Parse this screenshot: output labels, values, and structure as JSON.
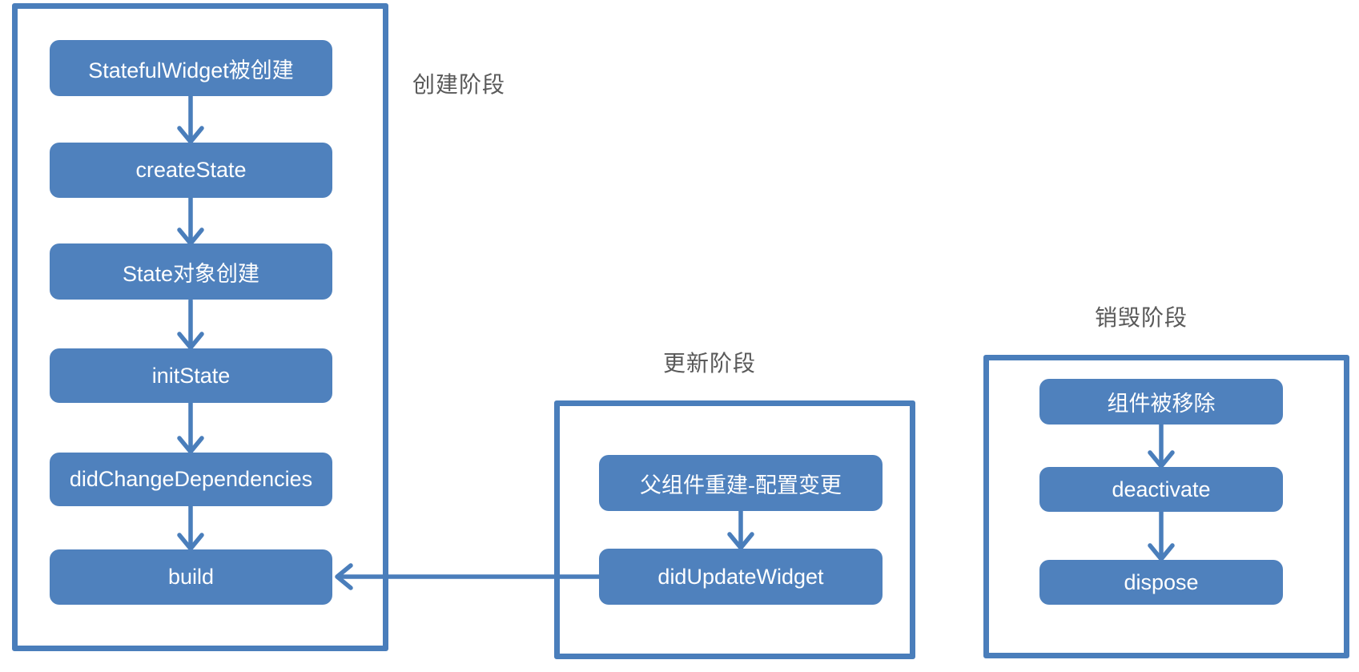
{
  "colors": {
    "node_fill": "#4f81bd",
    "node_text": "#ffffff",
    "container_border": "#4a7ebb",
    "arrow": "#4a7ebb",
    "label_text": "#595959",
    "background": "#ffffff"
  },
  "diagram": {
    "type": "flowchart",
    "groups": [
      {
        "label": "创建阶段",
        "nodes": [
          "StatefulWidget被创建",
          "createState",
          "State对象创建",
          "initState",
          "didChangeDependencies",
          "build"
        ]
      },
      {
        "label": "更新阶段",
        "nodes": [
          "父组件重建-配置变更",
          "didUpdateWidget"
        ]
      },
      {
        "label": "销毁阶段",
        "nodes": [
          "组件被移除",
          "deactivate",
          "dispose"
        ]
      }
    ],
    "edges": [
      {
        "from": "StatefulWidget被创建",
        "to": "createState"
      },
      {
        "from": "createState",
        "to": "State对象创建"
      },
      {
        "from": "State对象创建",
        "to": "initState"
      },
      {
        "from": "initState",
        "to": "didChangeDependencies"
      },
      {
        "from": "didChangeDependencies",
        "to": "build"
      },
      {
        "from": "父组件重建-配置变更",
        "to": "didUpdateWidget"
      },
      {
        "from": "didUpdateWidget",
        "to": "build"
      },
      {
        "from": "组件被移除",
        "to": "deactivate"
      },
      {
        "from": "deactivate",
        "to": "dispose"
      }
    ]
  }
}
